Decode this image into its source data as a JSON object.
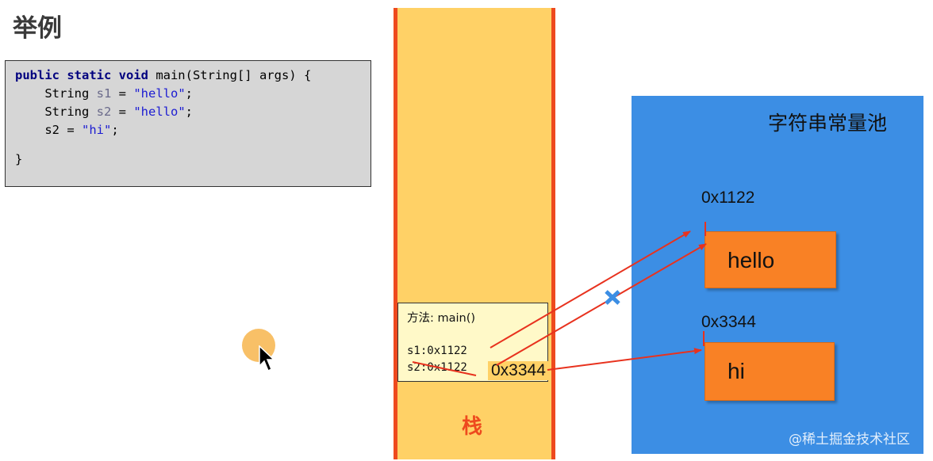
{
  "title": "举例",
  "code": {
    "line1": {
      "kw": "public static void",
      "rest": " main(String[] args) {"
    },
    "line2": {
      "indent": "    ",
      "type": "String ",
      "var": "s1",
      "eq": " = ",
      "str": "\"hello\"",
      "end": ";"
    },
    "line3": {
      "indent": "    ",
      "type": "String ",
      "var": "s2",
      "eq": " = ",
      "str": "\"hello\"",
      "end": ";"
    },
    "line4": {
      "indent": "    ",
      "var": "s2",
      "eq": " = ",
      "str": "\"hi\"",
      "end": ";"
    },
    "line5": "}"
  },
  "stack": {
    "label": "栈",
    "frame": {
      "method": "方法: main()",
      "s1": "s1:0x1122",
      "s2": "s2:0x1122"
    },
    "new_address": "0x3344"
  },
  "pool": {
    "title": "字符串常量池",
    "entries": [
      {
        "address": "0x1122",
        "value": "hello"
      },
      {
        "address": "0x3344",
        "value": "hi"
      }
    ]
  },
  "watermark": "@稀土掘金技术社区",
  "colors": {
    "stack_fill": "#ffd166",
    "stack_border": "#ee4a1e",
    "pool_fill": "#3c8ee4",
    "string_box": "#f98125",
    "arrow": "#e8321e"
  }
}
